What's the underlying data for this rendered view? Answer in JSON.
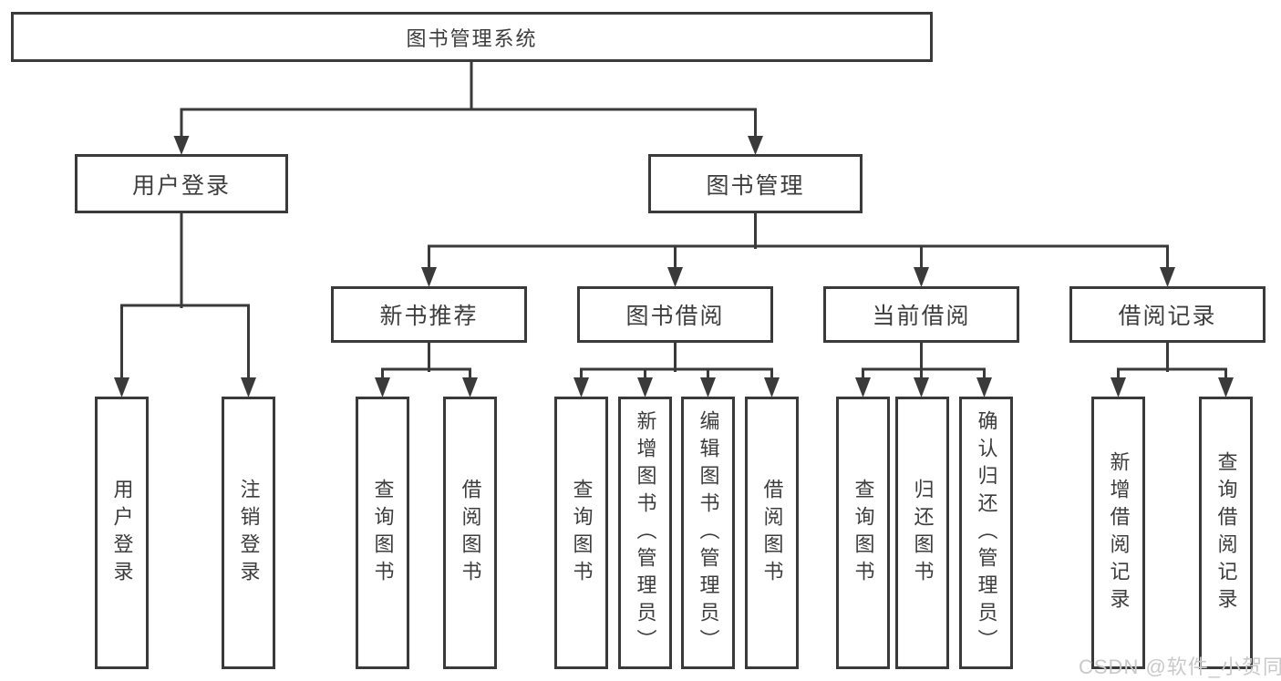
{
  "tree": {
    "root": {
      "label": "图书管理系统"
    },
    "branches": [
      {
        "label": "用户登录",
        "children": [
          {
            "label": "用户登录"
          },
          {
            "label": "注销登录"
          }
        ]
      },
      {
        "label": "图书管理",
        "children": [
          {
            "label": "新书推荐",
            "children": [
              {
                "label": "查询图书"
              },
              {
                "label": "借阅图书"
              }
            ]
          },
          {
            "label": "图书借阅",
            "children": [
              {
                "label": "查询图书"
              },
              {
                "label": "新增图书（管理员）"
              },
              {
                "label": "编辑图书（管理员）"
              },
              {
                "label": "借阅图书"
              }
            ]
          },
          {
            "label": "当前借阅",
            "children": [
              {
                "label": "查询图书"
              },
              {
                "label": "归还图书"
              },
              {
                "label": "确认归还（管理员）"
              }
            ]
          },
          {
            "label": "借阅记录",
            "children": [
              {
                "label": "新增借阅记录"
              },
              {
                "label": "查询借阅记录"
              }
            ]
          }
        ]
      }
    ]
  },
  "watermark": {
    "text": "CSDN @软件_小贺同学"
  },
  "colors": {
    "line": "#3a3a3a",
    "text": "#3d3d3d",
    "watermark": "#c9c9c9",
    "background": "#ffffff"
  }
}
